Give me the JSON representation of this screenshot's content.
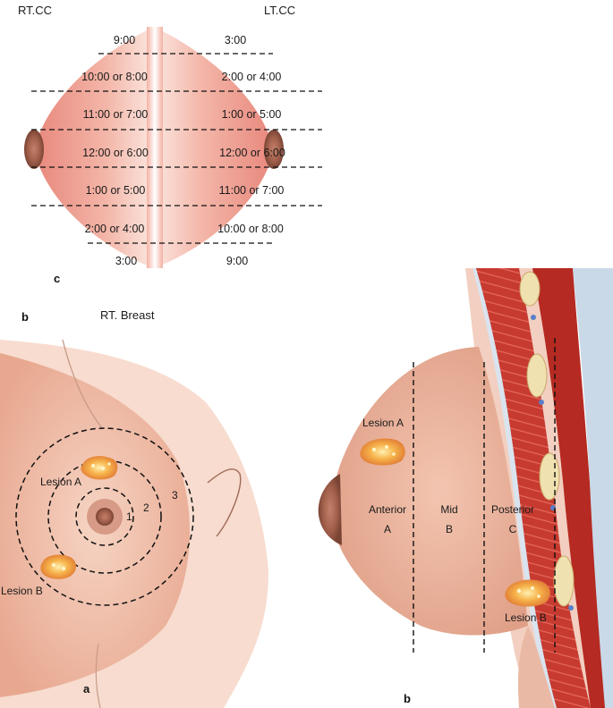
{
  "top": {
    "header_left": "RT.CC",
    "header_right": "LT.CC",
    "left_clock": [
      "9:00",
      "10:00 or 8:00",
      "11:00 or 7:00",
      "12:00 or 6:00",
      "1:00 or 5:00",
      "2:00 or 4:00",
      "3:00"
    ],
    "right_clock": [
      "3:00",
      "2:00 or 4:00",
      "1:00 or 5:00",
      "12:00 or 6:00",
      "11:00 or 7:00",
      "10:00 or 8:00",
      "9:00"
    ],
    "panel_label": "c"
  },
  "left": {
    "panel_letter": "b",
    "title": "RT. Breast",
    "lesion_a": "Lesion A",
    "lesion_b": "Lesion B",
    "rings": [
      "1",
      "2",
      "3"
    ],
    "panel_label": "a"
  },
  "right": {
    "lesion_a": "Lesion A",
    "lesion_b": "Lesion B",
    "zones": [
      {
        "name": "Anterior",
        "letter": "A"
      },
      {
        "name": "Mid",
        "letter": "B"
      },
      {
        "name": "Posterior",
        "letter": "C"
      }
    ],
    "panel_label": "b"
  },
  "colors": {
    "skin": "#f0c2ae",
    "tissue_pink": "#e88a80",
    "nipple": "#9a5a48",
    "lesion": "#f0a040",
    "muscle": "#c0312a",
    "rib": "#efe1b0"
  }
}
